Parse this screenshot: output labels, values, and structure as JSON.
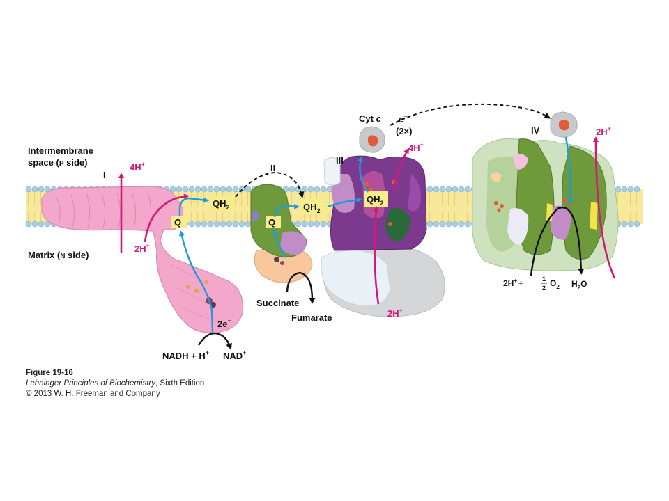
{
  "regions": {
    "intermembrane_line1": "Intermembrane",
    "intermembrane_line2": "space (",
    "p_side": "P",
    "intermembrane_line2_end": " side)",
    "matrix": "Matrix (",
    "n_side": "N",
    "matrix_end": " side)"
  },
  "complexes": {
    "c1": "I",
    "c2": "II",
    "c3": "III",
    "c4": "IV"
  },
  "labels": {
    "h4_c1": "4H",
    "h2_c1": "2H",
    "q_c1": "Q",
    "qh2_c1": "QH",
    "two_e": "2e",
    "nadh": "NADH + H",
    "nad": "NAD",
    "q_c2": "Q",
    "qh2_c2": "QH",
    "succinate": "Succinate",
    "fumarate": "Fumarate",
    "qh2_c3": "QH",
    "h4_c3": "4H",
    "h2_c3": "2H",
    "cyt_c": "Cyt ",
    "cyt_c_italic": "c",
    "e_minus": "e",
    "two_x": "(2×)",
    "h2_c4": "2H",
    "h2_plus_o2": "2H",
    "plus": "+",
    "half_num": "1",
    "half_den": "2",
    "o2": "O",
    "h2o_h": "H",
    "h2o_o": "O",
    "sub2": "2",
    "sup_plus": "+",
    "sup_minus": "−"
  },
  "caption": {
    "figure": "Figure 19-16",
    "book_title": "Lehninger Principles of Biochemistry",
    "edition": ", Sixth Edition",
    "copyright": "© 2013 W. H. Freeman and Company"
  },
  "colors": {
    "proton": "#d6177a",
    "electron": "#1e9cd7",
    "pink_protein": "#f2a7cb",
    "green_protein": "#6e9a3c",
    "membrane": "#f7e89c",
    "quinone_box": "#f7ee8a"
  }
}
